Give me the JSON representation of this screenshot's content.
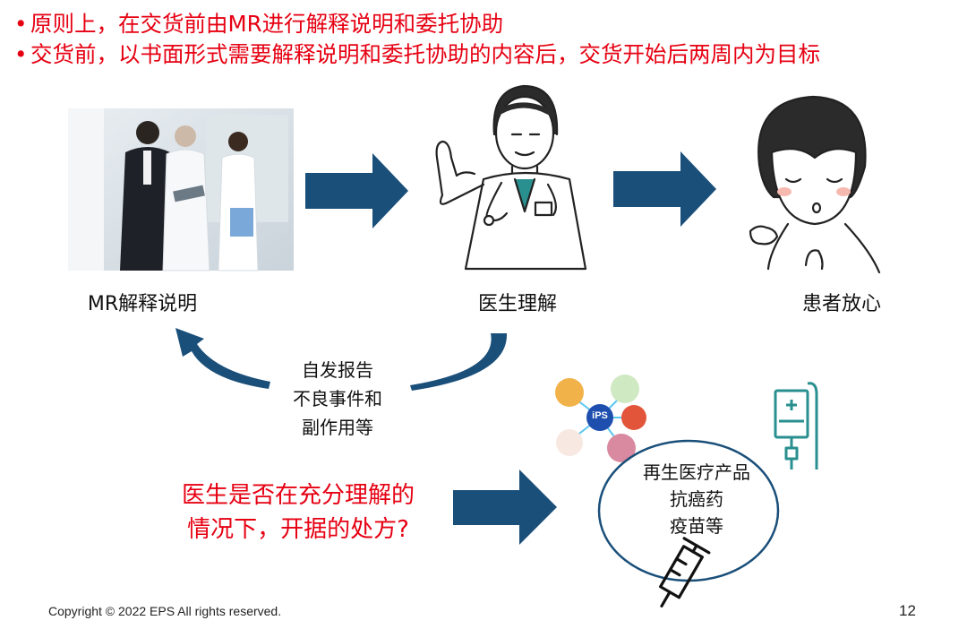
{
  "bullets": [
    {
      "marker": "•",
      "text": "原则上，在交货前由MR进行解释说明和委托协助"
    },
    {
      "marker": "•",
      "text": "交货前，以书面形式需要解释说明和委托协助的内容后，交货开始后两周内为目标"
    }
  ],
  "flow": {
    "step1_label": "MR解释说明",
    "step2_label": "医生理解",
    "step3_label": "患者放心"
  },
  "feedback": {
    "lines": [
      "自发报告",
      "不良事件和",
      "副作用等"
    ]
  },
  "question": {
    "lines": [
      "医生是否在充分理解的",
      "情况下，开据的处方?"
    ]
  },
  "products": {
    "badge": "iPS",
    "lines": [
      "再生医疗产品",
      "抗癌药",
      "疫苗等"
    ]
  },
  "footer": {
    "copyright": "Copyright © 2022 EPS All rights reserved.",
    "page_number": "12"
  },
  "colors": {
    "accent_red": "#e60012",
    "arrow_navy": "#1a4f7a",
    "teal_icon": "#2a8f8f"
  }
}
